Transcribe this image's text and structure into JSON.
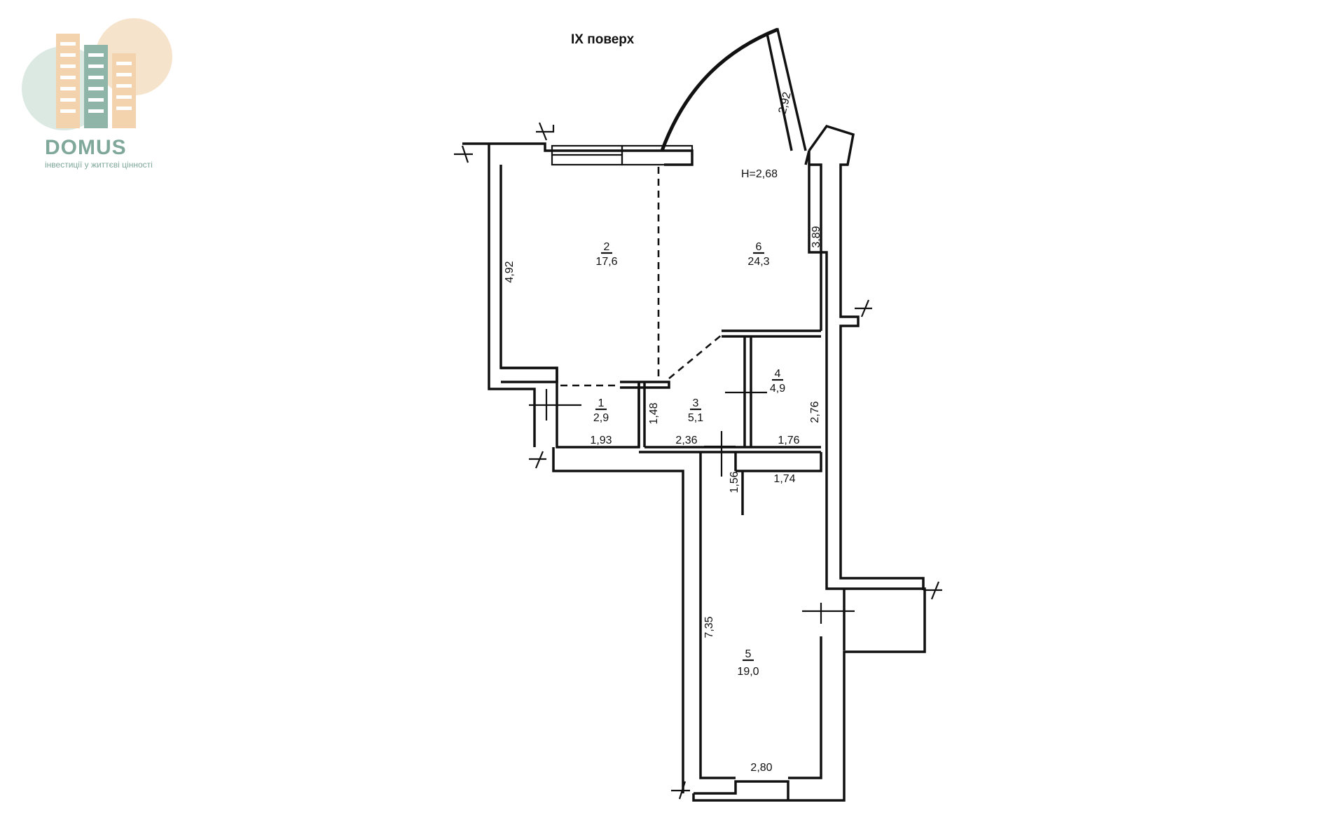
{
  "floor_title": "IX поверх",
  "ceiling_height": "H=2,68",
  "brand": {
    "name": "DOMUS",
    "tagline": "інвестиції у життєві цінності",
    "color_green": "#7fa89a",
    "color_peach": "#f6d9b8",
    "color_mint": "#dce9e2"
  },
  "rooms": [
    {
      "number": "1",
      "area": "2,9"
    },
    {
      "number": "2",
      "area": "17,6"
    },
    {
      "number": "3",
      "area": "5,1"
    },
    {
      "number": "4",
      "area": "4,9"
    },
    {
      "number": "5",
      "area": "19,0"
    },
    {
      "number": "6",
      "area": "24,3"
    }
  ],
  "dimensions": {
    "d292": "2,92",
    "d389": "3,89",
    "d492": "4,92",
    "d148": "1,48",
    "d276": "2,76",
    "d193": "1,93",
    "d236": "2,36",
    "d176": "1,76",
    "d156": "1,56",
    "d174": "1,74",
    "d735": "7,35",
    "d280": "2,80"
  }
}
